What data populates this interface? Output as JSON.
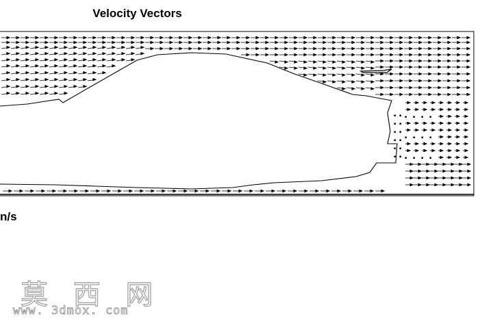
{
  "figure": {
    "title": "Velocity Vectors",
    "units_label": "n/s"
  },
  "watermark": {
    "chinese": "莫 西 网",
    "url": "www. 3dmox. com"
  },
  "colors": {
    "ink": "#000000",
    "watermark": "#a9a9a9"
  }
}
